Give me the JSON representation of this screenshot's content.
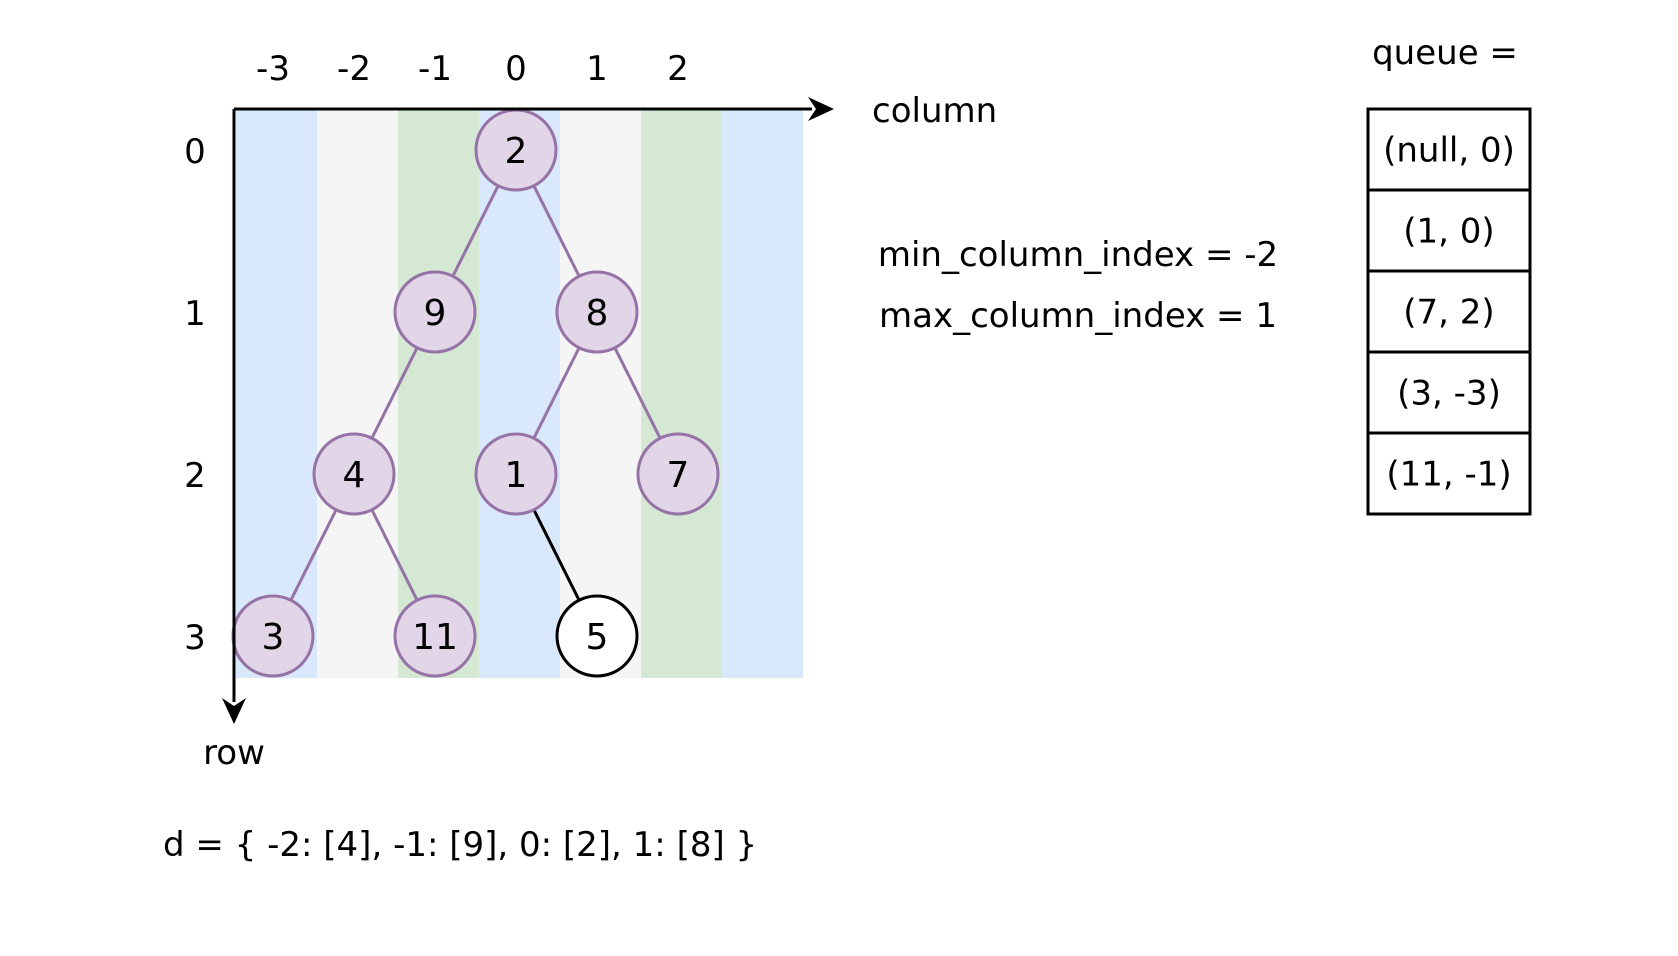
{
  "column_axis": {
    "label": "column",
    "ticks": [
      "-3",
      "-2",
      "-1",
      "0",
      "1",
      "2"
    ]
  },
  "row_axis": {
    "label": "row",
    "ticks": [
      "0",
      "1",
      "2",
      "3"
    ]
  },
  "stripe_colors": [
    "#dae8fc",
    "#f5f5f5",
    "#d5e8d4",
    "#dae8fc",
    "#f5f5f5",
    "#d5e8d4",
    "#dae8fc"
  ],
  "colors": {
    "visited_fill": "#e1d5e7",
    "visited_stroke": "#9673a6",
    "current_fill": "#ffffff",
    "current_stroke": "#000000"
  },
  "tree": {
    "nodes": [
      {
        "id": "n2",
        "value": "2",
        "row": 0,
        "col": 0,
        "state": "visited"
      },
      {
        "id": "n9",
        "value": "9",
        "row": 1,
        "col": -1,
        "state": "visited"
      },
      {
        "id": "n8",
        "value": "8",
        "row": 1,
        "col": 1,
        "state": "visited"
      },
      {
        "id": "n4",
        "value": "4",
        "row": 2,
        "col": -2,
        "state": "visited"
      },
      {
        "id": "n1",
        "value": "1",
        "row": 2,
        "col": 0,
        "state": "visited"
      },
      {
        "id": "n7",
        "value": "7",
        "row": 2,
        "col": 2,
        "state": "visited"
      },
      {
        "id": "n3",
        "value": "3",
        "row": 3,
        "col": -3,
        "state": "visited"
      },
      {
        "id": "n11",
        "value": "11",
        "row": 3,
        "col": -1,
        "state": "visited"
      },
      {
        "id": "n5",
        "value": "5",
        "row": 3,
        "col": 1,
        "state": "current"
      }
    ],
    "edges": [
      {
        "from": "n2",
        "to": "n9",
        "state": "visited"
      },
      {
        "from": "n2",
        "to": "n8",
        "state": "visited"
      },
      {
        "from": "n9",
        "to": "n4",
        "state": "visited"
      },
      {
        "from": "n8",
        "to": "n1",
        "state": "visited"
      },
      {
        "from": "n8",
        "to": "n7",
        "state": "visited"
      },
      {
        "from": "n4",
        "to": "n3",
        "state": "visited"
      },
      {
        "from": "n4",
        "to": "n11",
        "state": "visited"
      },
      {
        "from": "n1",
        "to": "n5",
        "state": "current"
      }
    ]
  },
  "info": {
    "min_line": "min_column_index = -2",
    "max_line": "max_column_index = 1"
  },
  "queue": {
    "label": "queue =",
    "items": [
      "(null, 0)",
      "(1, 0)",
      "(7, 2)",
      "(3, -3)",
      "(11, -1)"
    ]
  },
  "dict_line": "d = { -2: [4], -1: [9], 0: [2], 1: [8] }"
}
